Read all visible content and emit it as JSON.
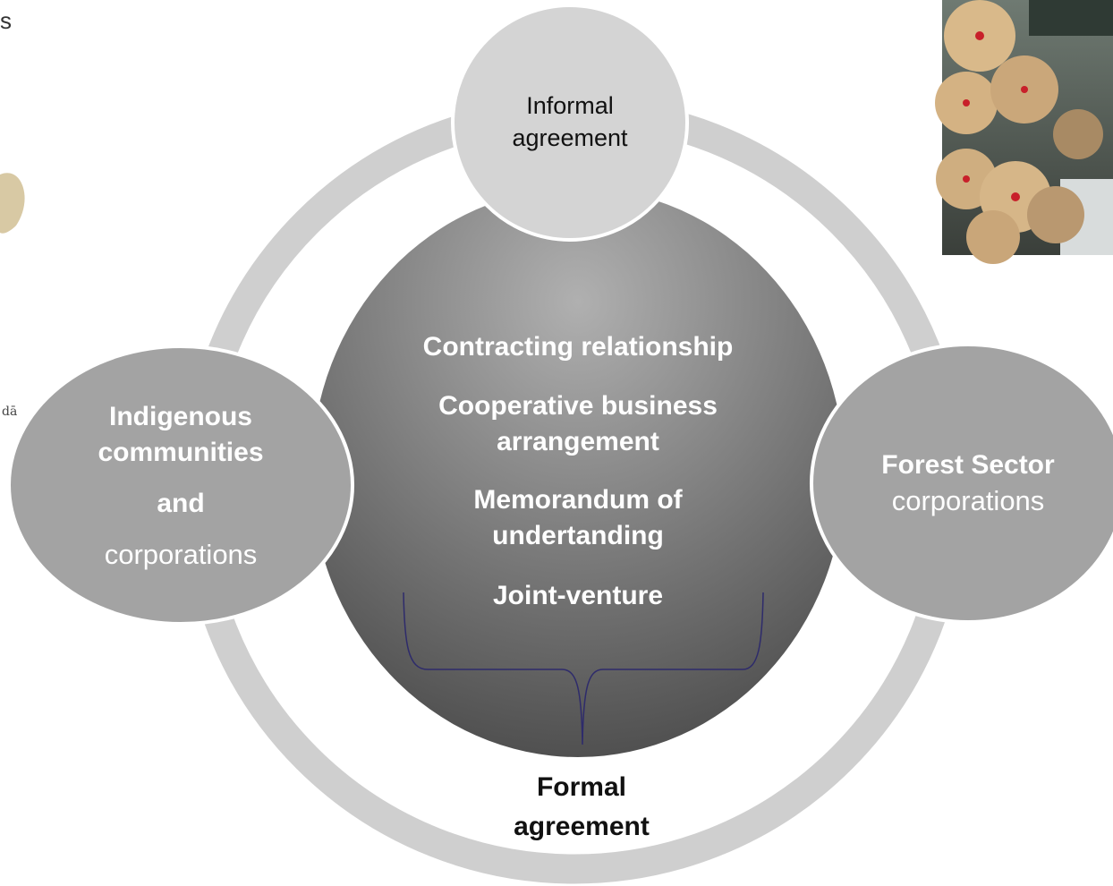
{
  "top_circle": {
    "line1": "Informal",
    "line2": "agreement"
  },
  "left_circle": {
    "line1": "Indigenous",
    "line2": "communities",
    "line3": "and",
    "line4": "corporations"
  },
  "right_circle": {
    "line1": "Forest Sector",
    "line2": "corporations"
  },
  "center": {
    "item1": "Contracting relationship",
    "item2_line1": "Cooperative business",
    "item2_line2": "arrangement",
    "item3_line1": "Memorandum of",
    "item3_line2": "undertanding",
    "item4": "Joint-venture"
  },
  "bottom": {
    "line1": "Formal",
    "line2": "agreement"
  },
  "fragments": {
    "left_top": "s",
    "left_mid": "dā"
  },
  "colors": {
    "ring": "#cfcfcf",
    "top_circle": "#d4d4d4",
    "side_circles": "#a3a3a3",
    "center_top": "#a8a8a8",
    "center_bottom": "#505050",
    "brace": "#2e2b6b"
  },
  "icons": {
    "top_right_image": "stacked-logs-photo",
    "left_image": "map-fragment"
  }
}
